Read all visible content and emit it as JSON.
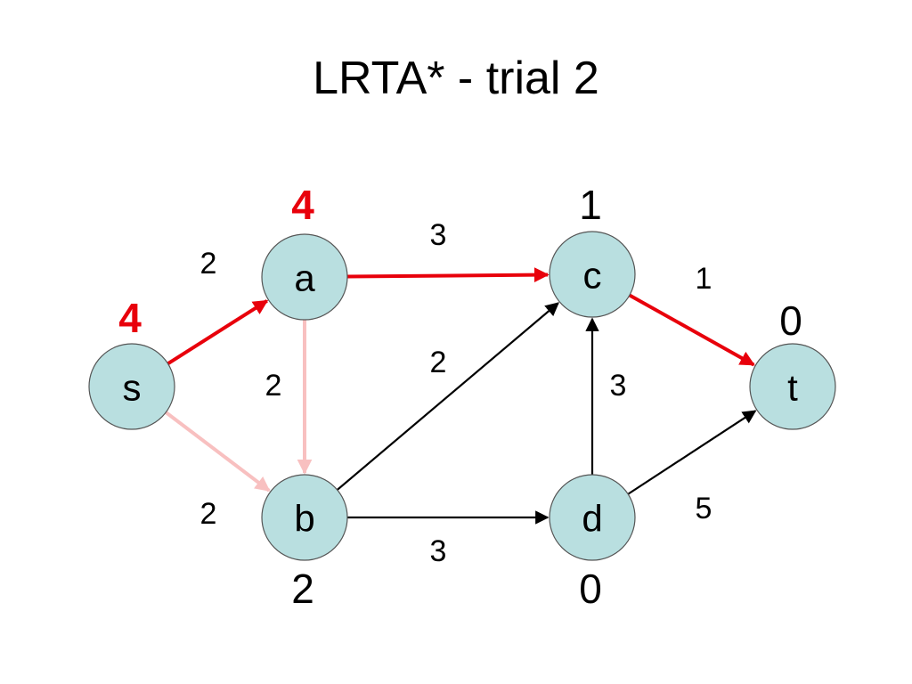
{
  "title": "LRTA* - trial 2",
  "colors": {
    "node_fill": "#b9dfe0",
    "path_edge": "#e8000b",
    "faded_edge": "#f8c0c0",
    "normal_edge": "#000000",
    "updated_heuristic": "#e8000b"
  },
  "nodes": [
    {
      "id": "s",
      "label": "s",
      "h": "4",
      "h_updated": true
    },
    {
      "id": "a",
      "label": "a",
      "h": "4",
      "h_updated": true
    },
    {
      "id": "b",
      "label": "b",
      "h": "2",
      "h_updated": false
    },
    {
      "id": "c",
      "label": "c",
      "h": "1",
      "h_updated": false
    },
    {
      "id": "d",
      "label": "d",
      "h": "0",
      "h_updated": false
    },
    {
      "id": "t",
      "label": "t",
      "h": "0",
      "h_updated": false
    }
  ],
  "edges": [
    {
      "from": "s",
      "to": "a",
      "weight": "2",
      "style": "path"
    },
    {
      "from": "s",
      "to": "b",
      "weight": "2",
      "style": "faded"
    },
    {
      "from": "a",
      "to": "b",
      "weight": "2",
      "style": "faded"
    },
    {
      "from": "a",
      "to": "c",
      "weight": "3",
      "style": "path"
    },
    {
      "from": "b",
      "to": "c",
      "weight": "2",
      "style": "normal"
    },
    {
      "from": "b",
      "to": "d",
      "weight": "3",
      "style": "normal"
    },
    {
      "from": "d",
      "to": "c",
      "weight": "3",
      "style": "normal"
    },
    {
      "from": "c",
      "to": "t",
      "weight": "1",
      "style": "path"
    },
    {
      "from": "d",
      "to": "t",
      "weight": "5",
      "style": "normal"
    }
  ]
}
